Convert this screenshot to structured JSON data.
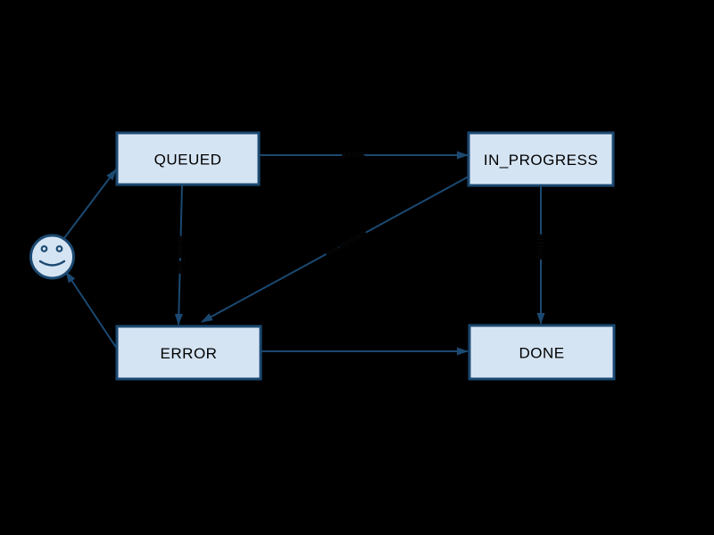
{
  "diagram": {
    "type": "state-machine",
    "background_color": "#000000",
    "node_fill_color": "#d5e4f3",
    "node_border_color": "#1b4971",
    "edge_color": "#1b4971",
    "node_text_color": "#000000",
    "nodes": [
      {
        "id": "queued",
        "label": "QUEUED"
      },
      {
        "id": "in_progress",
        "label": "IN_PROGRESS"
      },
      {
        "id": "error",
        "label": "ERROR"
      },
      {
        "id": "done",
        "label": "DONE"
      },
      {
        "id": "actor",
        "label": "",
        "icon": "smiley-face-icon"
      }
    ],
    "edges": [
      {
        "from": "actor",
        "to": "queued",
        "label": ""
      },
      {
        "from": "queued",
        "to": "in_progress",
        "label": "start"
      },
      {
        "from": "queued",
        "to": "error",
        "label": "on_error"
      },
      {
        "from": "in_progress",
        "to": "error",
        "label": "exception"
      },
      {
        "from": "in_progress",
        "to": "done",
        "label": "finish"
      },
      {
        "from": "error",
        "to": "done",
        "label": ""
      },
      {
        "from": "error",
        "to": "actor",
        "label": ""
      }
    ]
  }
}
